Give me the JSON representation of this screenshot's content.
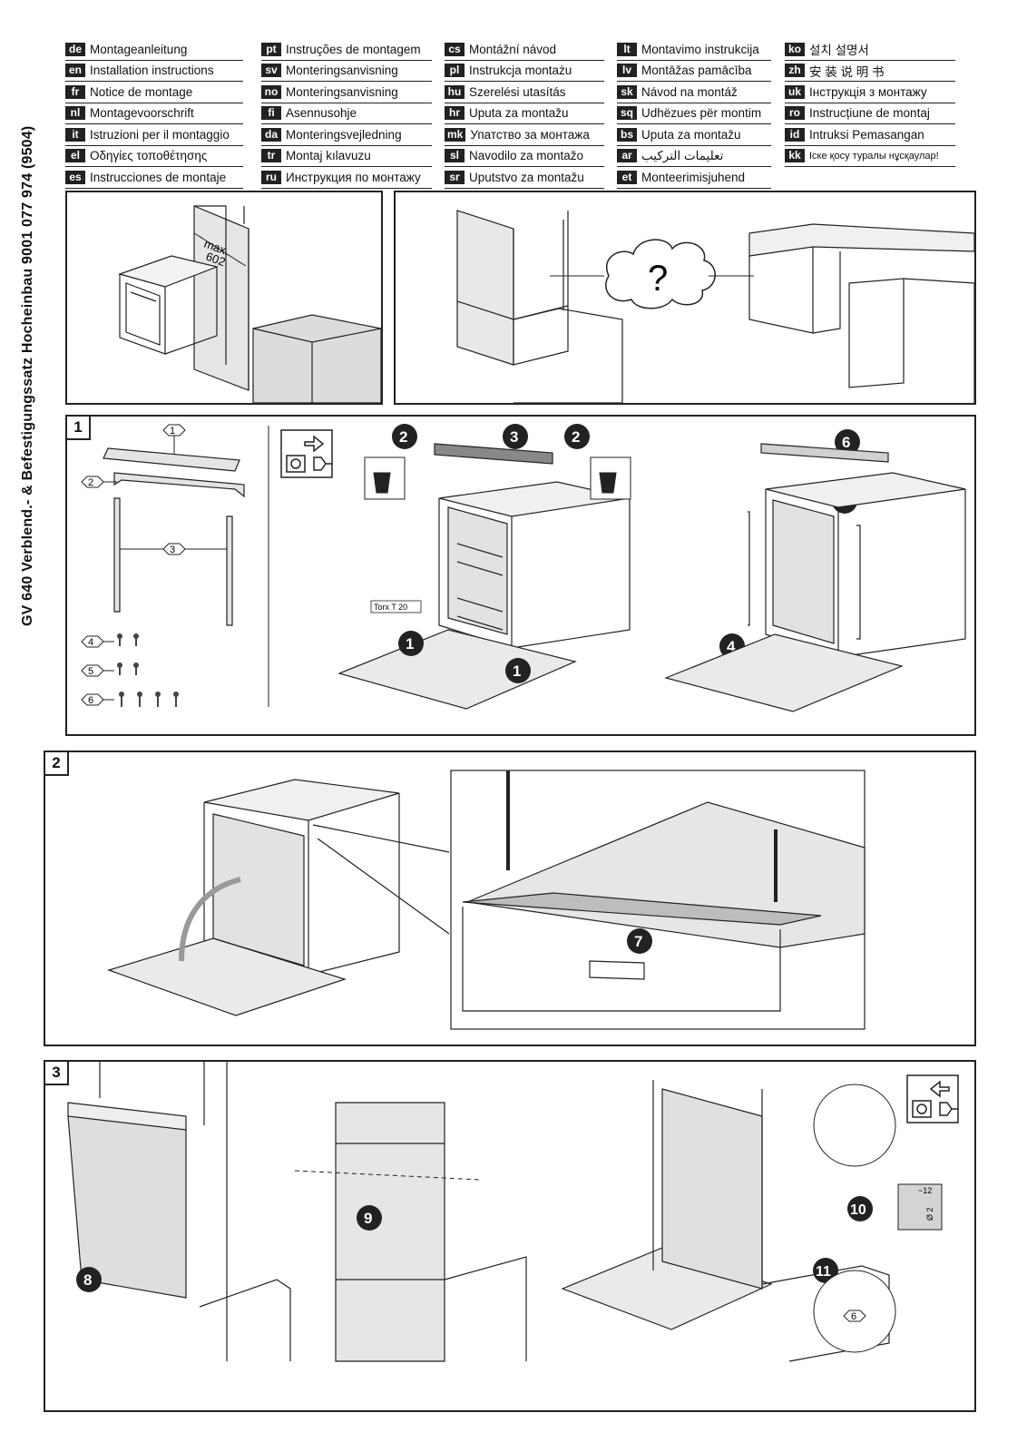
{
  "side_title": "GV 640 Verblend.- & Befestigungssatz Hocheinbau   9001 077 974 (9504)",
  "languages": [
    [
      {
        "code": "de",
        "label": "Montageanleitung"
      },
      {
        "code": "en",
        "label": "Installation instructions"
      },
      {
        "code": "fr",
        "label": "Notice de montage"
      },
      {
        "code": "nl",
        "label": "Montagevoorschrift"
      },
      {
        "code": "it",
        "label": "Istruzioni per il montaggio"
      },
      {
        "code": "el",
        "label": "Οδηγίες τοποθέτησης"
      },
      {
        "code": "es",
        "label": "Instrucciones de montaje"
      }
    ],
    [
      {
        "code": "pt",
        "label": "Instruções de montagem"
      },
      {
        "code": "sv",
        "label": "Monteringsanvisning"
      },
      {
        "code": "no",
        "label": "Monteringsanvisning"
      },
      {
        "code": "fi",
        "label": "Asennusohje"
      },
      {
        "code": "da",
        "label": "Monteringsvejledning"
      },
      {
        "code": "tr",
        "label": "Montaj kılavuzu"
      },
      {
        "code": "ru",
        "label": "Инструкция по монтажу"
      }
    ],
    [
      {
        "code": "cs",
        "label": "Montážní návod"
      },
      {
        "code": "pl",
        "label": "Instrukcja montażu"
      },
      {
        "code": "hu",
        "label": "Szerelési utasítás"
      },
      {
        "code": "hr",
        "label": "Uputa za montažu"
      },
      {
        "code": "mk",
        "label": "Упатство за монтажа"
      },
      {
        "code": "sl",
        "label": "Navodilo za montažo"
      },
      {
        "code": "sr",
        "label": "Uputstvo za montažu"
      }
    ],
    [
      {
        "code": "lt",
        "label": "Montavimo instrukcija"
      },
      {
        "code": "lv",
        "label": "Montāžas pamācība"
      },
      {
        "code": "sk",
        "label": "Návod na montáž"
      },
      {
        "code": "sq",
        "label": "Udhëzues për montim"
      },
      {
        "code": "bs",
        "label": "Uputa za montažu"
      },
      {
        "code": "ar",
        "label": "تعليمات التركيب"
      },
      {
        "code": "et",
        "label": "Monteerimisjuhend"
      }
    ],
    [
      {
        "code": "ko",
        "label": "설치 설명서"
      },
      {
        "code": "zh",
        "label": "安 装 说 明 书"
      },
      {
        "code": "uk",
        "label": "Інструкція з монтажу"
      },
      {
        "code": "ro",
        "label": "Instrucțiune de montaj"
      },
      {
        "code": "id",
        "label": "Intruksi Pemasangan"
      },
      {
        "code": "kk",
        "label": "Іске қосу туралы нұсқаулар!"
      }
    ]
  ],
  "intro": {
    "max_label": "max.",
    "max_value": "602",
    "question": "?"
  },
  "step1": {
    "number": "1",
    "parts": [
      "1",
      "2",
      "3",
      "4",
      "5",
      "6"
    ],
    "torx": "Torx T 20",
    "callouts": [
      "1",
      "1",
      "2",
      "2",
      "3",
      "4",
      "5",
      "6"
    ]
  },
  "step2": {
    "number": "2",
    "callout": "7"
  },
  "step3": {
    "number": "3",
    "callouts": [
      "8",
      "9",
      "10",
      "11"
    ],
    "part": "6",
    "drill_depth": "~12",
    "drill_diameter": "Ø 2"
  },
  "colors": {
    "ink": "#222222",
    "panel_gray": "#c8c8c8",
    "arrow_gray": "#9a9a9a"
  }
}
